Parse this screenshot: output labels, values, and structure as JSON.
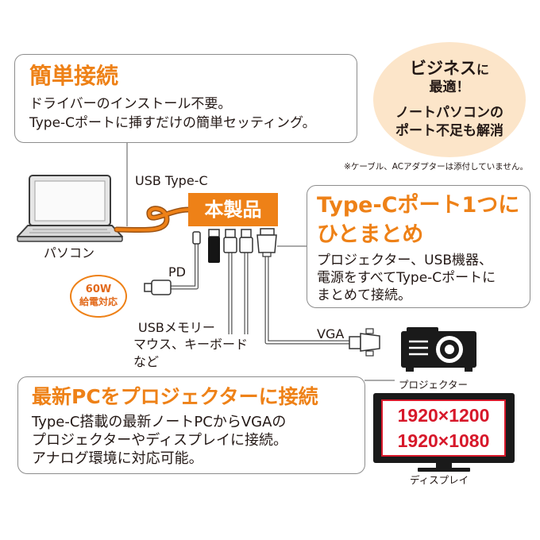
{
  "callout_easy": {
    "title": "簡単接続",
    "lines": [
      "ドライバーのインストール不要。",
      "Type-Cポートに挿すだけの簡単セッティング。"
    ]
  },
  "badge": {
    "emphasis": "ビジネス",
    "suffix": "に",
    "line2": "最適！",
    "line3": "ノートパソコンの",
    "line4": "ポート不足も解消"
  },
  "note": "※ケーブル、ACアダプターは添付していません。",
  "diagram": {
    "laptop_label": "パソコン",
    "cable_label": "USB Type-C",
    "product_label": "本製品",
    "pd_label": "PD",
    "power": {
      "wattage": "60W",
      "text": "給電対応"
    },
    "usb_devices": [
      "USBメモリー",
      "マウス、キーボード",
      "など"
    ],
    "vga_label": "VGA",
    "projector_label": "プロジェクター",
    "display_label": "ディスプレイ",
    "resolutions": [
      "1920×1200",
      "1920×1080"
    ]
  },
  "callout_hub": {
    "title_lines": [
      "Type-Cポート1つに",
      "ひとまとめ"
    ],
    "lines": [
      "プロジェクター、USB機器、",
      "電源をすべてType-Cポートに",
      "まとめて接続。"
    ]
  },
  "callout_projector": {
    "title": "最新PCをプロジェクターに接続",
    "lines": [
      "Type-C搭載の最新ノートPCからVGAの",
      "プロジェクターやディスプレイに接続。",
      "アナログ環境に対応可能。"
    ]
  },
  "icons": {
    "laptop": "laptop-icon",
    "projector": "projector-icon",
    "display": "display-icon",
    "usb_c_plug": "usb-c-plug-icon",
    "usb_a_plug": "usb-a-plug-icon",
    "vga_plug": "vga-plug-icon",
    "power_plug": "power-plug-icon"
  },
  "colors": {
    "accent_orange": "#ee8117",
    "badge_fill": "#fce5c9",
    "resolution_red": "#d7182a",
    "text": "#231815",
    "callout_border": "#8d8d8d"
  }
}
